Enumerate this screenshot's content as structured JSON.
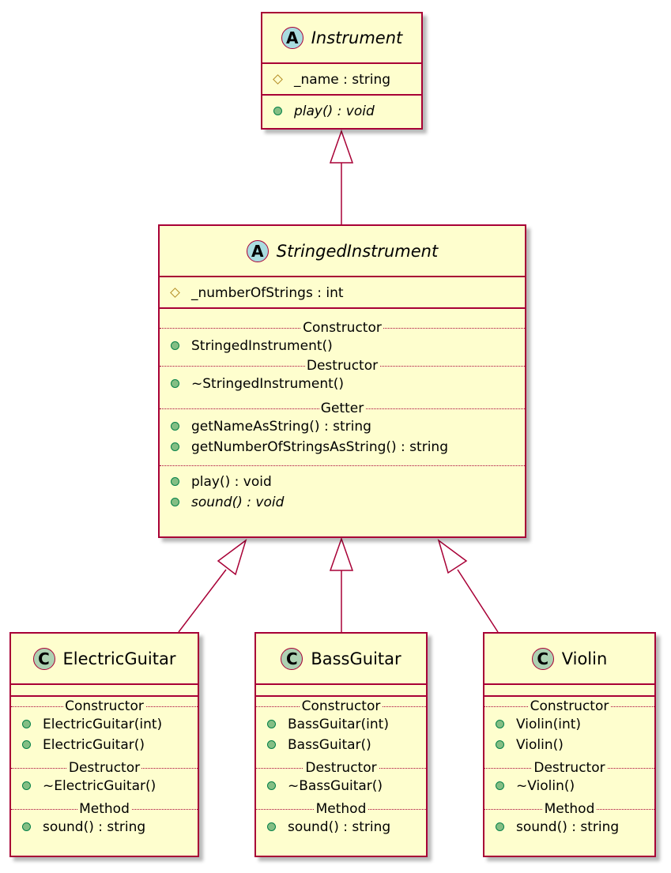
{
  "diagram": {
    "classes": {
      "instrument": {
        "stereotype": "A",
        "name": "Instrument",
        "attributes": [
          {
            "vis": "#",
            "text": "_name : string"
          }
        ],
        "methods": [
          {
            "vis": "+",
            "text": "play() : void"
          }
        ]
      },
      "stringed": {
        "stereotype": "A",
        "name": "StringedInstrument",
        "attributes": [
          {
            "vis": "#",
            "text": "_numberOfStrings : int"
          }
        ],
        "sections": {
          "constructor": "Constructor",
          "destructor": "Destructor",
          "getter": "Getter"
        },
        "constructor_methods": [
          {
            "vis": "+",
            "text": "StringedInstrument()"
          }
        ],
        "destructor_methods": [
          {
            "vis": "+",
            "text": "~StringedInstrument()"
          }
        ],
        "getter_methods": [
          {
            "vis": "+",
            "text": "getNameAsString() : string"
          },
          {
            "vis": "+",
            "text": "getNumberOfStringsAsString() : string"
          }
        ],
        "other_methods": [
          {
            "vis": "+",
            "text": "play() : void"
          },
          {
            "vis": "+",
            "text": "sound() : void"
          }
        ]
      },
      "electric": {
        "stereotype": "C",
        "name": "ElectricGuitar",
        "sections": {
          "constructor": "Constructor",
          "destructor": "Destructor",
          "method": "Method"
        },
        "constructor_methods": [
          {
            "vis": "+",
            "text": "ElectricGuitar(int)"
          },
          {
            "vis": "+",
            "text": "ElectricGuitar()"
          }
        ],
        "destructor_methods": [
          {
            "vis": "+",
            "text": "~ElectricGuitar()"
          }
        ],
        "method_methods": [
          {
            "vis": "+",
            "text": "sound() : string"
          }
        ]
      },
      "bass": {
        "stereotype": "C",
        "name": "BassGuitar",
        "sections": {
          "constructor": "Constructor",
          "destructor": "Destructor",
          "method": "Method"
        },
        "constructor_methods": [
          {
            "vis": "+",
            "text": "BassGuitar(int)"
          },
          {
            "vis": "+",
            "text": "BassGuitar()"
          }
        ],
        "destructor_methods": [
          {
            "vis": "+",
            "text": "~BassGuitar()"
          }
        ],
        "method_methods": [
          {
            "vis": "+",
            "text": "sound() : string"
          }
        ]
      },
      "violin": {
        "stereotype": "C",
        "name": "Violin",
        "sections": {
          "constructor": "Constructor",
          "destructor": "Destructor",
          "method": "Method"
        },
        "constructor_methods": [
          {
            "vis": "+",
            "text": "Violin(int)"
          },
          {
            "vis": "+",
            "text": "Violin()"
          }
        ],
        "destructor_methods": [
          {
            "vis": "+",
            "text": "~Violin()"
          }
        ],
        "method_methods": [
          {
            "vis": "+",
            "text": "sound() : string"
          }
        ]
      }
    },
    "relations": [
      {
        "from": "StringedInstrument",
        "to": "Instrument",
        "type": "generalization"
      },
      {
        "from": "ElectricGuitar",
        "to": "StringedInstrument",
        "type": "generalization"
      },
      {
        "from": "BassGuitar",
        "to": "StringedInstrument",
        "type": "generalization"
      },
      {
        "from": "Violin",
        "to": "StringedInstrument",
        "type": "generalization"
      }
    ],
    "colors": {
      "class_fill": "#fefece",
      "border": "#a80036",
      "abstract_badge": "#a9dcdf",
      "class_badge": "#add1b2",
      "public_marker": "#84be84",
      "protected_marker": "#b38d22"
    }
  }
}
